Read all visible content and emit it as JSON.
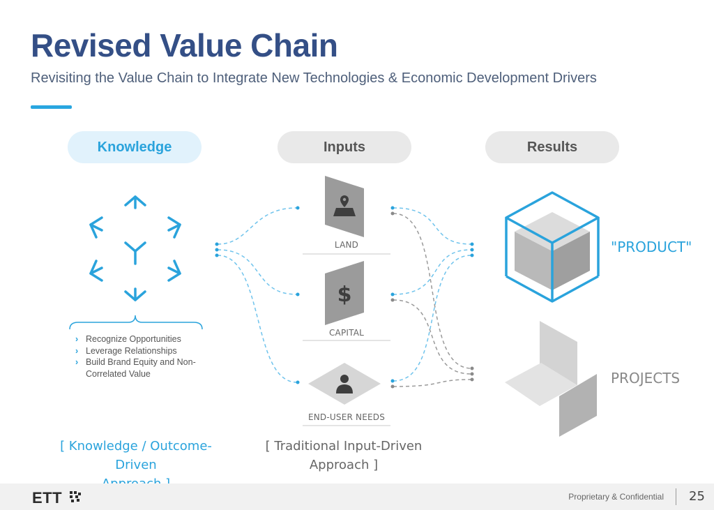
{
  "header": {
    "title": "Revised Value Chain",
    "subtitle": "Revisiting the Value Chain to Integrate New Technologies & Economic Development Drivers"
  },
  "columns": {
    "knowledge": "Knowledge",
    "inputs": "Inputs",
    "results": "Results"
  },
  "knowledge_bullets": [
    "Recognize Opportunities",
    "Leverage Relationships",
    "Build Brand Equity and Non-Correlated Value"
  ],
  "inputs": {
    "land": "LAND",
    "capital": "CAPITAL",
    "end_user_needs": "END-USER NEEDS"
  },
  "results": {
    "product": "\"PRODUCT\"",
    "projects": "PROJECTS"
  },
  "approaches": {
    "knowledge_line1": "[ Knowledge / Outcome-Driven",
    "knowledge_line2": "Approach ]",
    "traditional_line1": "[ Traditional Input-Driven",
    "traditional_line2": "Approach ]"
  },
  "icons": {
    "land": "map-pin-icon",
    "capital": "dollar-icon",
    "end_user_needs": "person-icon",
    "product": "cube-icon",
    "projects": "open-book-planes-icon"
  },
  "colors": {
    "title": "#344f86",
    "accent": "#29a6e0",
    "input_gray": "#9b9b9b",
    "knowledge_pill_bg": "#e1f2fc"
  },
  "footer": {
    "logo": "ETT",
    "confidential": "Proprietary & Confidential",
    "page_number": "25"
  }
}
